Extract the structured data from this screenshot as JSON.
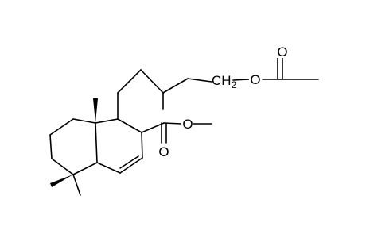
{
  "structure": {
    "atom_labels": {
      "ester_o_carbonyl": "O",
      "ester_o_methoxy": "O",
      "acetate_ch2": "CH",
      "acetate_ch2_subscript": "2",
      "acetate_o_link": "O",
      "acetate_o_carbonyl": "O"
    },
    "colors": {
      "bond": "#000000",
      "background": "#ffffff"
    }
  }
}
